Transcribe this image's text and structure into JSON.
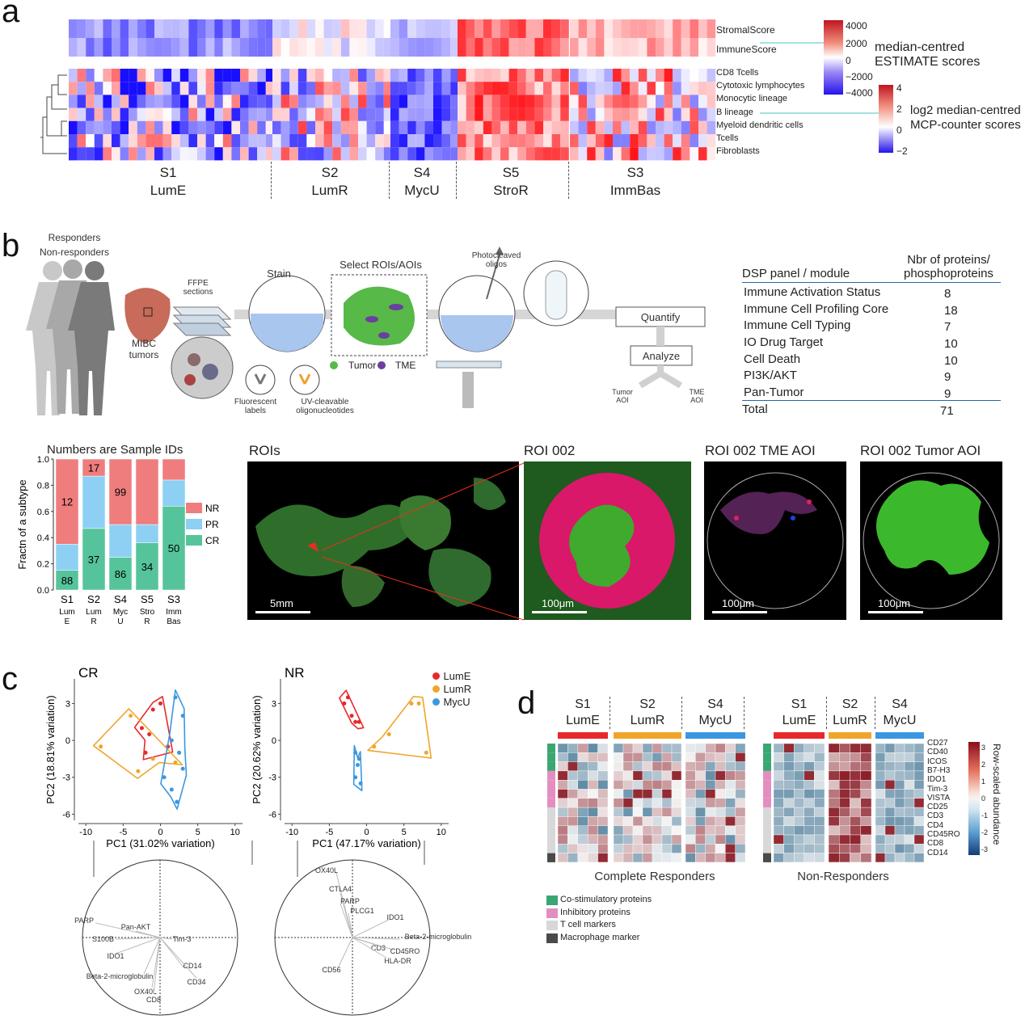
{
  "panel_letters": {
    "a": "a",
    "b": "b",
    "c": "c",
    "d": "d"
  },
  "heatmap_a": {
    "row_labels_top": [
      "StromalScore",
      "ImmuneScore"
    ],
    "row_labels_bottom": [
      "CD8 Tcells",
      "Cytotoxic lymphocytes",
      "Monocytic lineage",
      "B lineage",
      "Myeloid dendritic cells",
      "Tcells",
      "Fibroblasts"
    ],
    "subtypes": [
      {
        "name": "S1",
        "short": "LumE"
      },
      {
        "name": "S2",
        "short": "LumR"
      },
      {
        "name": "S4",
        "short": "MycU"
      },
      {
        "name": "S5",
        "short": "StroR"
      },
      {
        "name": "S3",
        "short": "ImmBas"
      }
    ],
    "colorbar1": {
      "ticks": [
        "4000",
        "2000",
        "0",
        "−2000",
        "−4000"
      ],
      "title1": "median-centred",
      "title2": "ESTIMATE scores"
    },
    "colorbar2": {
      "ticks": [
        "4",
        "2",
        "0",
        "−2"
      ],
      "title1": "log2 median-centred",
      "title2": "MCP-counter scores"
    }
  },
  "panel_b": {
    "responders": "Responders",
    "nonresponders": "Non-responders",
    "mibc": "MIBC",
    "tumors": "tumors",
    "ffpe": "FFPE",
    "sections": "sections",
    "stain": "Stain",
    "select": "Select ROIs/AOIs",
    "tumor": "Tumor",
    "tme": "TME",
    "fluor1": "Fluorescent",
    "fluor2": "labels",
    "uv1": "UV-cleavable",
    "uv2": "oligonucleotides",
    "photo1": "Photocleaved",
    "photo2": "oligos",
    "quantify": "Quantify",
    "analyze": "Analyze",
    "tumor_aoi1": "Tumor",
    "tumor_aoi2": "AOI",
    "tme_aoi1": "TME",
    "tme_aoi2": "AOI",
    "table": {
      "h1": "DSP panel / module",
      "h2a": "Nbr of proteins/",
      "h2b": "phosphoproteins",
      "rows": [
        {
          "name": "Immune Activation Status",
          "n": "8"
        },
        {
          "name": "Immune Cell Profiling Core",
          "n": "18"
        },
        {
          "name": "Immune Cell Typing",
          "n": "7"
        },
        {
          "name": "IO Drug Target",
          "n": "10"
        },
        {
          "name": "Cell Death",
          "n": "10"
        },
        {
          "name": "PI3K/AKT",
          "n": "9"
        },
        {
          "name": "Pan-Tumor",
          "n": "9"
        }
      ],
      "total_label": "Total",
      "total_n": "71"
    }
  },
  "chart_data": [
    {
      "type": "bar",
      "title": "Numbers are Sample IDs",
      "ylabel": "Fractn of a subtype",
      "ylim": [
        0,
        1
      ],
      "yticks": [
        "0.0",
        "0.2",
        "0.4",
        "0.6",
        "0.8",
        "1.0"
      ],
      "categories": [
        "S1",
        "S2",
        "S4",
        "S5",
        "S3"
      ],
      "category_sub": [
        [
          "Lum",
          "E"
        ],
        [
          "Lum",
          "R"
        ],
        [
          "Myc",
          "U"
        ],
        [
          "Stro",
          "R"
        ],
        [
          "Imm",
          "Bas"
        ]
      ],
      "stacked": true,
      "series": [
        {
          "name": "CR",
          "color": "#56c49a",
          "values": [
            0.15,
            0.47,
            0.25,
            0.36,
            0.64
          ],
          "labels": [
            "88",
            "37",
            "86",
            "34",
            "50"
          ]
        },
        {
          "name": "PR",
          "color": "#8dd0f4",
          "values": [
            0.2,
            0.4,
            0.25,
            0.14,
            0.2
          ],
          "labels": [
            "",
            "",
            "",
            "",
            ""
          ]
        },
        {
          "name": "NR",
          "color": "#ef7d7d",
          "values": [
            0.65,
            0.13,
            0.5,
            0.5,
            0.16
          ],
          "labels": [
            "12",
            "17",
            "99",
            "",
            ""
          ]
        }
      ],
      "legend_position": "right"
    },
    {
      "type": "scatter",
      "title": "CR",
      "xlabel": "PC1 (31.02% variation)",
      "ylabel": "PC2 (18.81% variation)",
      "xlim": [
        -11,
        11
      ],
      "ylim": [
        -6.5,
        5
      ],
      "xticks": [
        -10,
        -5,
        0,
        5,
        10
      ],
      "yticks": [
        3,
        0,
        -3,
        -6
      ],
      "series": [
        {
          "name": "LumE",
          "color": "#e8282b",
          "x": [
            -2.5,
            -1,
            0,
            -1.5,
            -2,
            1
          ],
          "y": [
            1,
            2.5,
            3,
            0.5,
            -1,
            -0.5
          ]
        },
        {
          "name": "LumR",
          "color": "#f0a52a",
          "x": [
            -8,
            -4,
            -3,
            -1,
            2
          ],
          "y": [
            -0.5,
            2,
            -2.5,
            -1.5,
            -1.8
          ]
        },
        {
          "name": "MycU",
          "color": "#3b97e0",
          "x": [
            2,
            3,
            1.5,
            2.5,
            0.5,
            1.5,
            2.2,
            3
          ],
          "y": [
            3.5,
            2,
            0,
            -1,
            -3,
            -4,
            -5,
            -2.3
          ]
        }
      ]
    },
    {
      "type": "scatter",
      "title": "NR",
      "xlabel": "PC1 (47.17% variation)",
      "ylabel": "PC2 (20.62% variation)",
      "xlim": [
        -11,
        11
      ],
      "ylim": [
        -6.5,
        5
      ],
      "xticks": [
        -10,
        -5,
        0,
        5,
        10
      ],
      "yticks": [
        3,
        0,
        -3,
        -6
      ],
      "series": [
        {
          "name": "LumE",
          "color": "#e8282b",
          "x": [
            -3,
            -2,
            -1.5,
            -1,
            -2.5
          ],
          "y": [
            3,
            2,
            1.5,
            1.5,
            3.5
          ]
        },
        {
          "name": "LumR",
          "color": "#f0a52a",
          "x": [
            1,
            3,
            6,
            7,
            8
          ],
          "y": [
            -0.5,
            0.5,
            3,
            3,
            -1
          ]
        },
        {
          "name": "MycU",
          "color": "#3b97e0",
          "x": [
            -1.5,
            -1,
            -1.5,
            -0.8,
            -1.2
          ],
          "y": [
            -1,
            -1.5,
            -3,
            -3.5,
            -2
          ]
        }
      ],
      "legend_position": "right"
    }
  ],
  "legend_c": [
    "LumE",
    "LumR",
    "MycU"
  ],
  "loadings_cr": [
    "PARP",
    "Pan-AKT",
    "S100B",
    "Tim-3",
    "IDO1",
    "CD14",
    "Beta-2-microglobulin",
    "CD34",
    "OX40L",
    "CD8"
  ],
  "loadings_nr": [
    "OX40L",
    "CTLA4",
    "PARP",
    "PLCG1",
    "IDO1",
    "Beta-2-microglobulin",
    "CD3",
    "CD45RO",
    "HLA-DR",
    "CD56"
  ],
  "panel_b_images": {
    "rois": "ROIs",
    "roi002": "ROI 002",
    "tme_aoi": "ROI 002 TME AOI",
    "tumor_aoi": "ROI 002 Tumor AOI",
    "scale1": "5mm",
    "scale2": "100μm",
    "scale3": "100μm",
    "scale4": "100μm",
    "bar_title": "Numbers are Sample IDs",
    "legend": [
      "NR",
      "PR",
      "CR"
    ]
  },
  "panel_d": {
    "groups_cr": [
      {
        "s": "S1",
        "n": "LumE"
      },
      {
        "s": "S2",
        "n": "LumR"
      },
      {
        "s": "S4",
        "n": "MycU"
      }
    ],
    "groups_nr": [
      {
        "s": "S1",
        "n": "LumE"
      },
      {
        "s": "S2",
        "n": "LumR"
      },
      {
        "s": "S4",
        "n": "MycU"
      }
    ],
    "proteins": [
      "CD27",
      "CD40",
      "ICOS",
      "B7-H3",
      "IDO1",
      "Tim-3",
      "VISTA",
      "CD25",
      "CD3",
      "CD4",
      "CD45RO",
      "CD8",
      "CD14"
    ],
    "title_cr": "Complete Responders",
    "title_nr": "Non-Responders",
    "cb_title": "Row-scaled abundance",
    "cb_ticks": [
      "3",
      "2",
      "1",
      "0",
      "-1",
      "-2",
      "-3"
    ],
    "legend": [
      {
        "label": "Co-stimulatory proteins",
        "color": "#3aa772"
      },
      {
        "label": "Inhibitory proteins",
        "color": "#e48ec0"
      },
      {
        "label": "T cell markers",
        "color": "#d8d8d8"
      },
      {
        "label": "Macrophage marker",
        "color": "#4a4a4a"
      }
    ]
  }
}
